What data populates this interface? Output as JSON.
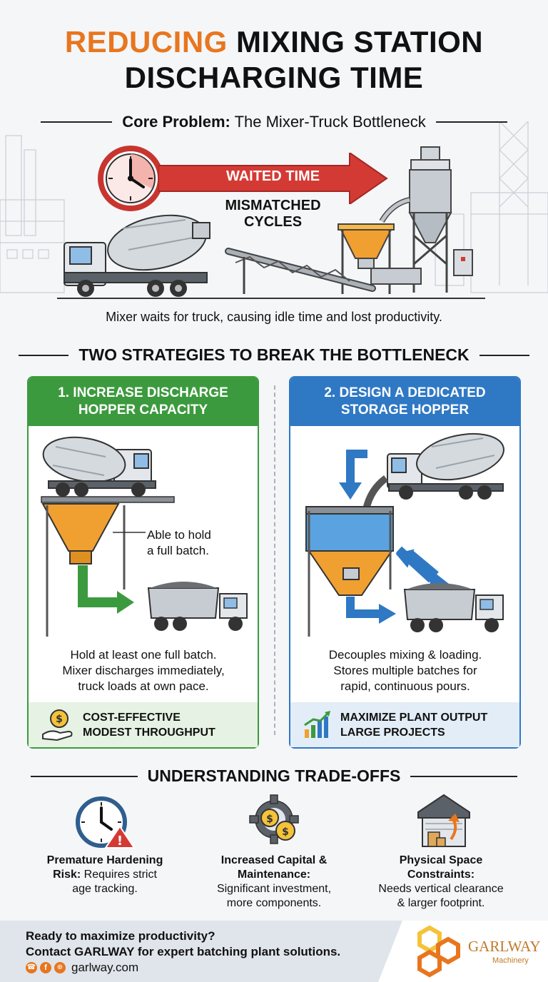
{
  "title": {
    "line1_accent": "REDUCING",
    "line1_rest": "MIXING STATION",
    "line2": "DISCHARGING TIME"
  },
  "core": {
    "label_bold": "Core Problem:",
    "label_rest": "The Mixer-Truck Bottleneck",
    "arrow_text": "WAITED TIME",
    "mismatch_line1": "MISMATCHED",
    "mismatch_line2": "CYCLES",
    "caption": "Mixer waits for truck, causing idle time and lost productivity."
  },
  "strategies": {
    "heading": "TWO STRATEGIES TO BREAK THE BOTTLENECK",
    "left": {
      "title_line1": "1. INCREASE DISCHARGE",
      "title_line2": "HOPPER CAPACITY",
      "callout_line1": "Able to hold",
      "callout_line2": "a full batch.",
      "desc_line1": "Hold at least one full batch.",
      "desc_line2": "Mixer discharges immediately,",
      "desc_line3": "truck loads at own pace.",
      "foot_line1": "COST-EFFECTIVE",
      "foot_line2": "MODEST THROUGHPUT"
    },
    "right": {
      "title_line1": "2. DESIGN A DEDICATED",
      "title_line2": "STORAGE HOPPER",
      "desc_line1": "Decouples mixing & loading.",
      "desc_line2": "Stores multiple batches for",
      "desc_line3": "rapid, continuous pours.",
      "foot_line1": "MAXIMIZE PLANT OUTPUT",
      "foot_line2": "LARGE PROJECTS"
    }
  },
  "tradeoffs": {
    "heading": "UNDERSTANDING TRADE-OFFS",
    "items": [
      {
        "bold1": "Premature Hardening",
        "bold2": "Risk:",
        "rest1": "Requires strict",
        "rest2": "age tracking."
      },
      {
        "bold1": "Increased Capital &",
        "bold2": "Maintenance:",
        "rest1": "Significant investment,",
        "rest2": "more components."
      },
      {
        "bold1": "Physical Space",
        "bold2": "Constraints:",
        "rest1": "Needs vertical clearance",
        "rest2": "& larger footprint."
      }
    ]
  },
  "footer": {
    "line1": "Ready to maximize productivity?",
    "line2_pre": "Contact",
    "line2_brand": "GARLWAY",
    "line2_post": "for expert batching plant solutions.",
    "website": "garlway.com",
    "logo_name": "GARLWAY",
    "logo_sub": "Machinery"
  },
  "colors": {
    "accent": "#e8761e",
    "green": "#3c9a3e",
    "blue": "#2f78c4",
    "red": "#d43a34"
  }
}
